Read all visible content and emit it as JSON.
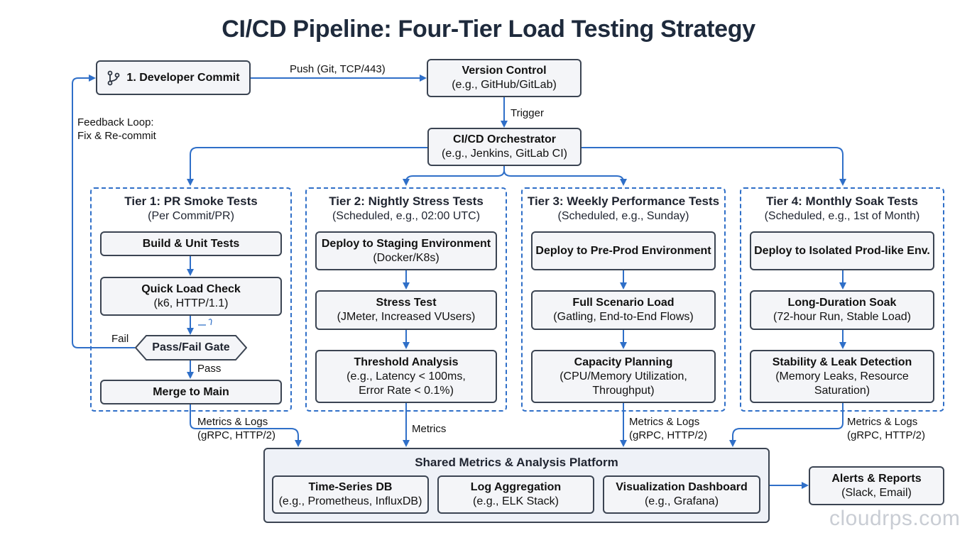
{
  "title": "CI/CD Pipeline: Four-Tier Load Testing Strategy",
  "developer_commit": "1. Developer Commit",
  "version_control": {
    "title": "Version Control",
    "sub": "(e.g., GitHub/GitLab)"
  },
  "orchestrator": {
    "title": "CI/CD Orchestrator",
    "sub": "(e.g., Jenkins, GitLab CI)"
  },
  "labels": {
    "push": "Push (Git, TCP/443)",
    "trigger": "Trigger",
    "feedback_line1": "Feedback Loop:",
    "feedback_line2": "Fix & Re-commit",
    "fail": "Fail",
    "pass": "Pass",
    "metrics_logs": "Metrics & Logs",
    "grpc": "(gRPC, HTTP/2)",
    "metrics": "Metrics"
  },
  "tiers": [
    {
      "title": "Tier 1: PR Smoke Tests",
      "subtitle": "(Per Commit/PR)",
      "steps": [
        {
          "title": "Build & Unit Tests",
          "sub": ""
        },
        {
          "title": "Quick Load Check",
          "sub": "(k6, HTTP/1.1)"
        }
      ],
      "gate": "Pass/Fail Gate",
      "final": "Merge to Main"
    },
    {
      "title": "Tier 2: Nightly Stress Tests",
      "subtitle": "(Scheduled, e.g., 02:00 UTC)",
      "steps": [
        {
          "title": "Deploy to Staging Environment",
          "sub": "(Docker/K8s)"
        },
        {
          "title": "Stress Test",
          "sub": "(JMeter, Increased VUsers)"
        },
        {
          "title": "Threshold Analysis",
          "sub": "(e.g., Latency < 100ms,",
          "sub2": "Error Rate < 0.1%)"
        }
      ]
    },
    {
      "title": "Tier 3: Weekly Performance Tests",
      "subtitle": "(Scheduled, e.g., Sunday)",
      "steps": [
        {
          "title": "Deploy to Pre-Prod Environment",
          "sub": ""
        },
        {
          "title": "Full Scenario Load",
          "sub": "(Gatling, End-to-End Flows)"
        },
        {
          "title": "Capacity Planning",
          "sub": "(CPU/Memory Utilization,",
          "sub2": "Throughput)"
        }
      ]
    },
    {
      "title": "Tier 4: Monthly Soak Tests",
      "subtitle": "(Scheduled, e.g., 1st of Month)",
      "steps": [
        {
          "title": "Deploy to Isolated Prod-like Env.",
          "sub": ""
        },
        {
          "title": "Long-Duration Soak",
          "sub": "(72-hour Run, Stable Load)"
        },
        {
          "title": "Stability & Leak Detection",
          "sub": "(Memory Leaks, Resource",
          "sub2": "Saturation)"
        }
      ]
    }
  ],
  "platform": {
    "title": "Shared Metrics & Analysis Platform",
    "components": [
      {
        "title": "Time-Series DB",
        "sub": "(e.g., Prometheus, InfluxDB)"
      },
      {
        "title": "Log Aggregation",
        "sub": "(e.g., ELK Stack)"
      },
      {
        "title": "Visualization Dashboard",
        "sub": "(e.g., Grafana)"
      }
    ]
  },
  "alerts": {
    "title": "Alerts & Reports",
    "sub": "(Slack, Email)"
  },
  "watermark": "cloudrps.com",
  "colors": {
    "arrow": "#2f6fc8",
    "tier_border": "#2f6fc8",
    "box_border": "#3b4452",
    "box_fill": "#f4f5f8"
  }
}
